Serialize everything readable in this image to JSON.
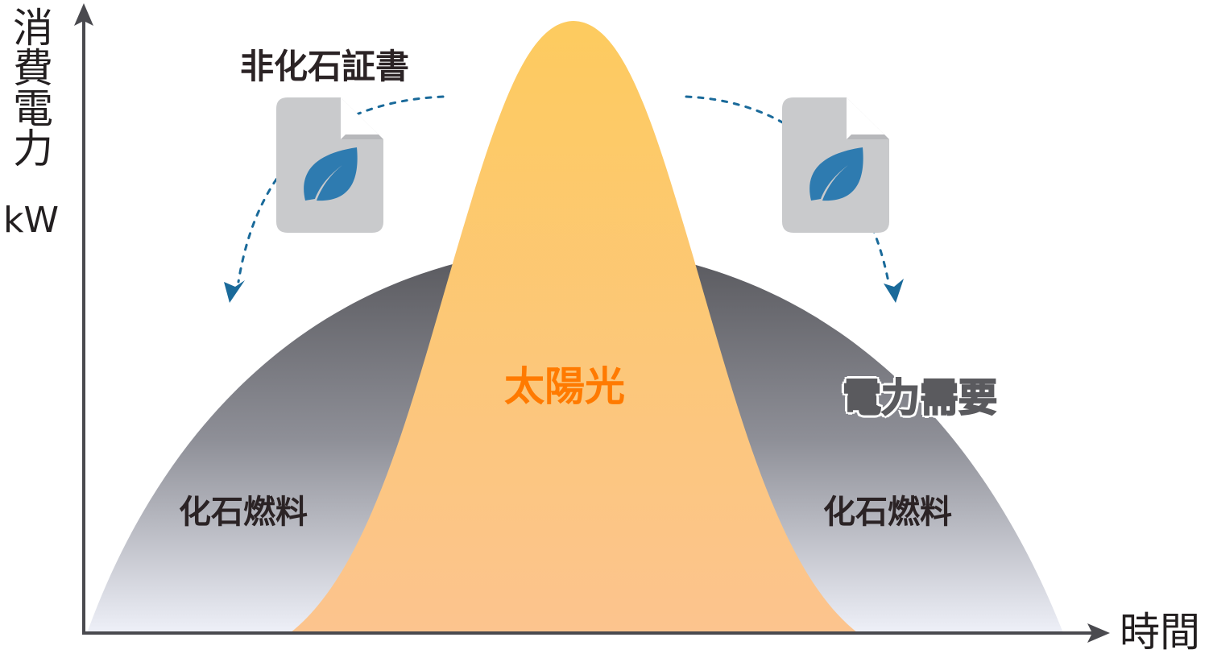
{
  "axes": {
    "y_title": "消費電力",
    "y_unit": "kW",
    "x_title": "時間"
  },
  "labels": {
    "certificate": "非化石証書",
    "fossil_left": "化石燃料",
    "fossil_right": "化石燃料",
    "solar": "太陽光",
    "demand": "電力需要"
  },
  "icons": {
    "certificate_left": "document-leaf-icon",
    "certificate_right": "document-leaf-icon",
    "arrow_left": "dotted-curved-arrow-icon",
    "arrow_right": "dotted-curved-arrow-icon"
  },
  "colors": {
    "axis": "#4a4a4f",
    "demand_top": "#57575c",
    "demand_bottom": "#eef0f8",
    "solar_top": "#fdcb5f",
    "solar_bottom": "#fcc48e",
    "solar_text": "#ff7a00",
    "certificate_bg": "#c9cacc",
    "leaf": "#2e7bb0",
    "arrow": "#1a6a9a"
  }
}
